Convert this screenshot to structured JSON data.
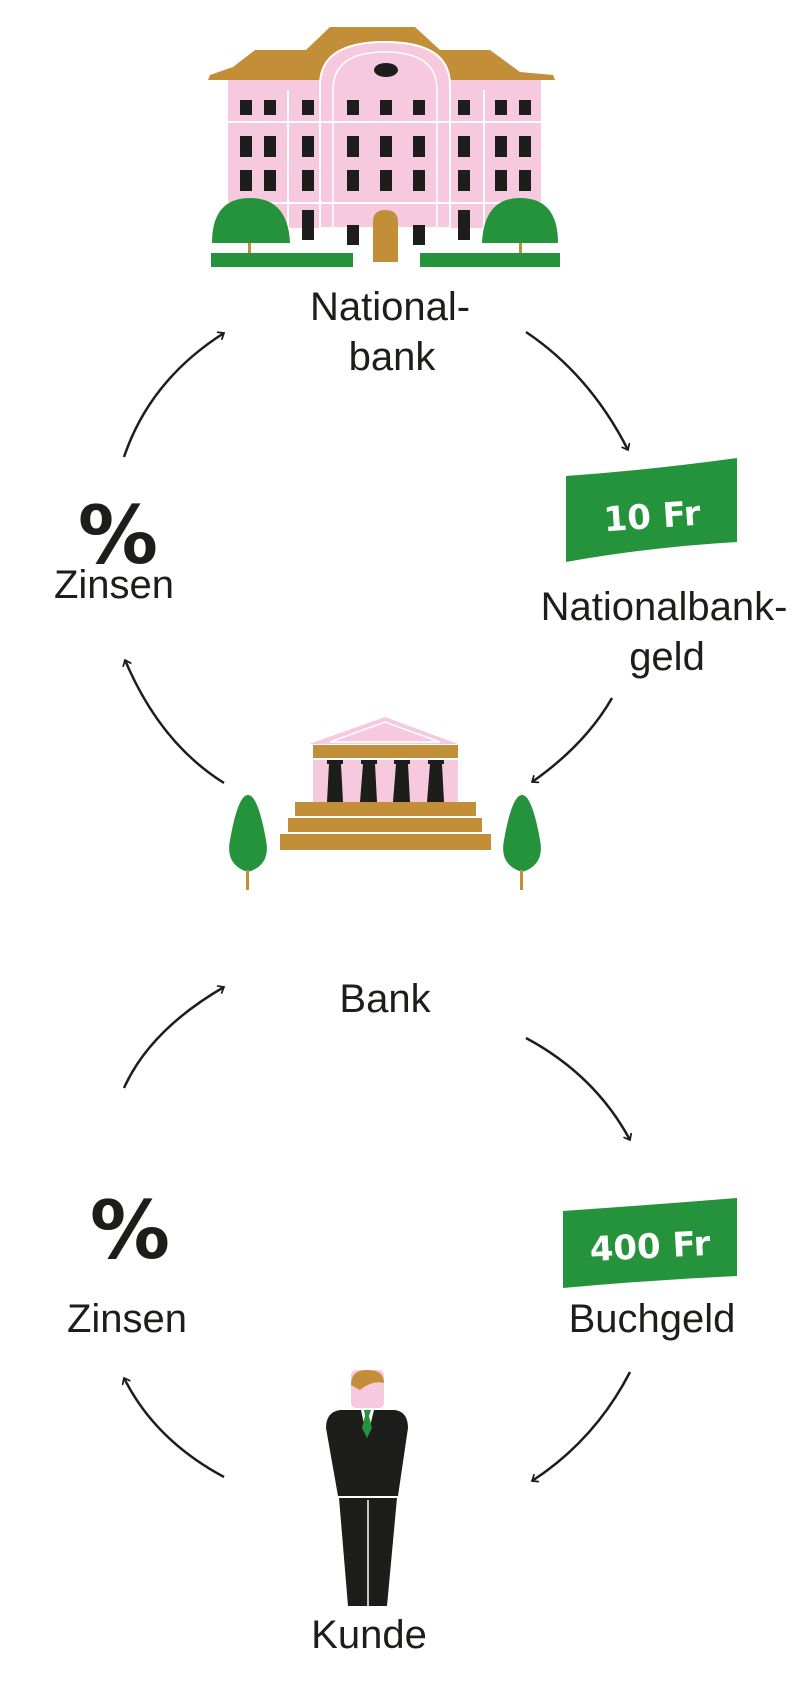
{
  "nodes": {
    "nationalbank": {
      "label_line1": "National-",
      "label_line2": "bank"
    },
    "nationalbankgeld": {
      "amount": "10 Fr",
      "label_line1": "Nationalbank-",
      "label_line2": "geld"
    },
    "zinsen_top": {
      "symbol": "%",
      "label": "Zinsen"
    },
    "bank": {
      "label": "Bank"
    },
    "buchgeld": {
      "amount": "400 Fr",
      "label": "Buchgeld"
    },
    "zinsen_bottom": {
      "symbol": "%",
      "label": "Zinsen"
    },
    "kunde": {
      "label": "Kunde"
    }
  },
  "colors": {
    "pink": "#f7c9de",
    "gold": "#c28e38",
    "green": "#24933b",
    "black": "#1d1d1b"
  }
}
